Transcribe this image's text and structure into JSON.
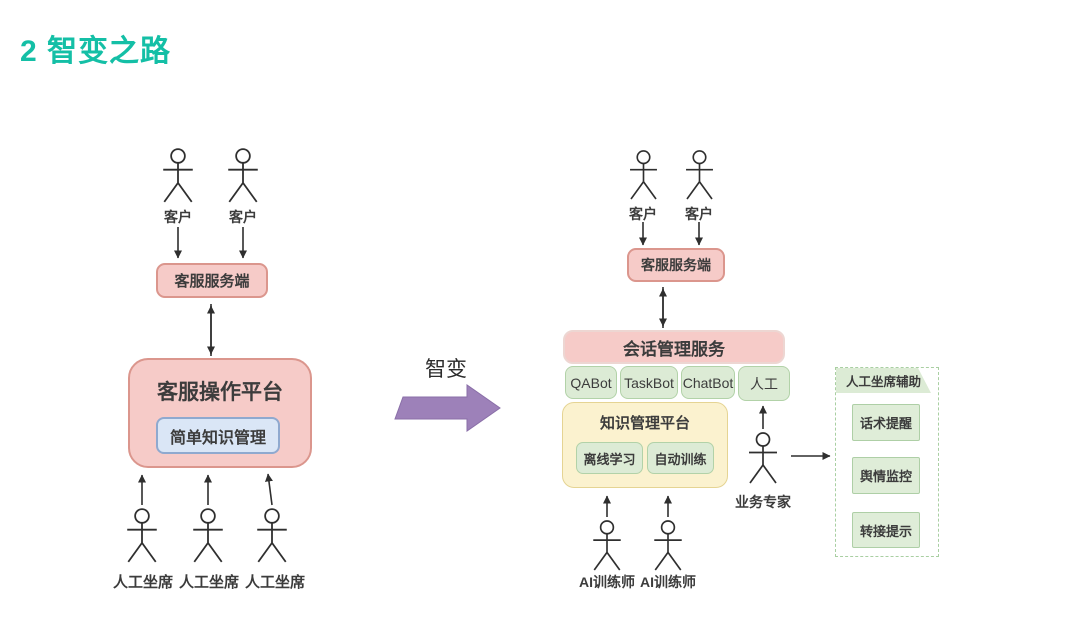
{
  "title": "2 智变之路",
  "colors": {
    "title_accent": "#14BFA6",
    "pink_fill": "#F6CBC8",
    "pink_border": "#DB968D",
    "session_border": "#EDD6D2",
    "green_fill": "#DCEBD5",
    "green_border": "#B2D2A8",
    "assist_green_fill": "#DFEDD8",
    "assist_green_border": "#AECFA6",
    "yellow_fill": "#FBF2CF",
    "yellow_border": "#E5D493",
    "blue_fill": "#DAE6F6",
    "blue_border": "#8FA9CF",
    "dashed_green": "#A9CFA2",
    "purple_arrow": "#9D81B9",
    "line_color": "#2F2F2F",
    "text_color": "#3C3C3C"
  },
  "icons": {
    "actor": "stick-figure-person",
    "transition_arrow": "block-arrow-right"
  },
  "left_diagram": {
    "customers": [
      "客户",
      "客户"
    ],
    "server_box": "客服服务端",
    "platform_box": "客服操作平台",
    "knowledge_box": "简单知识管理",
    "agents": [
      "人工坐席",
      "人工坐席",
      "人工坐席"
    ]
  },
  "transition": {
    "label": "智变"
  },
  "right_diagram": {
    "customers": [
      "客户",
      "客户"
    ],
    "server_box": "客服服务端",
    "session_box": "会话管理服务",
    "bots": [
      "QABot",
      "TaskBot",
      "ChatBot",
      "人工"
    ],
    "knowledge_platform": {
      "title": "知识管理平台",
      "modules": [
        "离线学习",
        "自动训练"
      ]
    },
    "trainers": [
      "AI训练师",
      "AI训练师"
    ],
    "expert": "业务专家",
    "assist_panel": {
      "title": "人工坐席辅助",
      "items": [
        "话术提醒",
        "舆情监控",
        "转接提示"
      ]
    }
  }
}
